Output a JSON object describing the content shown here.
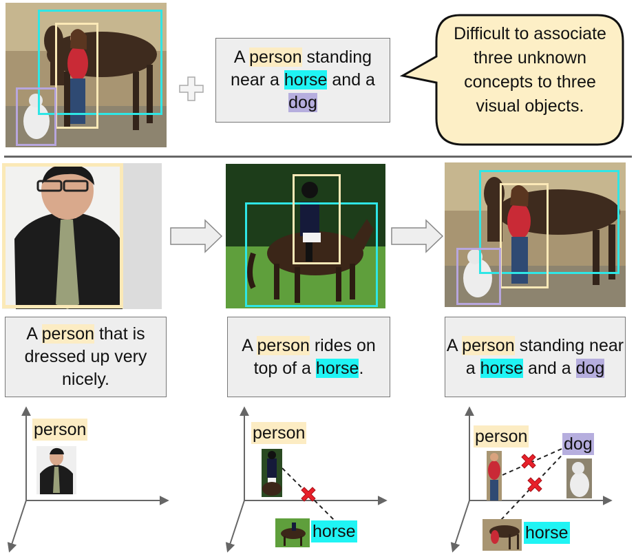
{
  "top": {
    "caption": {
      "pre": "A ",
      "w1": "person",
      "mid1": " standing near a ",
      "w2": "horse",
      "mid2": " and a ",
      "w3": "dog"
    },
    "bubble_text": "Difficult to associate three unknown concepts to three visual objects."
  },
  "panels": [
    {
      "caption": {
        "pre": "A ",
        "w1": "person",
        "post": " that is dressed up very nicely."
      }
    },
    {
      "caption": {
        "pre": "A ",
        "w1": "person",
        "mid": " rides on top of a ",
        "w2": "horse",
        "post": "."
      }
    },
    {
      "caption": {
        "pre": "A ",
        "w1": "person",
        "mid1": " standing near a ",
        "w2": "horse",
        "mid2": " and a ",
        "w3": "dog"
      }
    }
  ],
  "embeddings": [
    {
      "labels": {
        "person": "person"
      }
    },
    {
      "labels": {
        "person": "person",
        "horse": "horse"
      }
    },
    {
      "labels": {
        "person": "person",
        "dog": "dog",
        "horse": "horse"
      }
    }
  ],
  "colors": {
    "person": "#fcecc3",
    "horse": "#1ff4f4",
    "dog": "#b6aede",
    "cross": "#e8202a"
  }
}
